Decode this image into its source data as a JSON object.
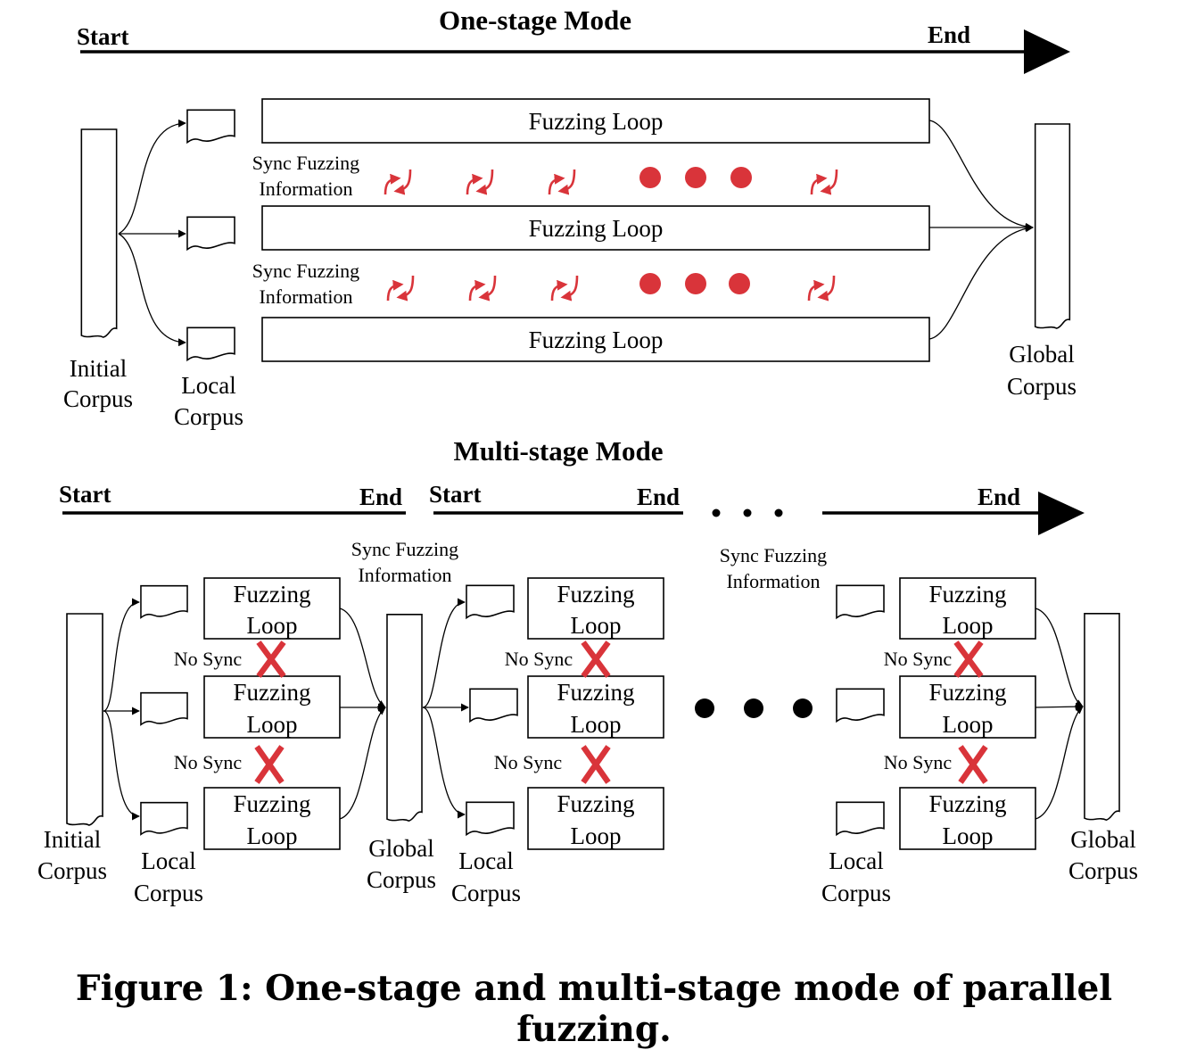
{
  "caption": "Figure 1: One-stage and multi-stage mode of parallel fuzzing.",
  "one_stage": {
    "title": "One-stage Mode",
    "start": "Start",
    "end": "End",
    "loop": "Fuzzing Loop",
    "sync_line1": "Sync Fuzzing",
    "sync_line2": "Information",
    "initial_1": "Initial",
    "initial_2": "Corpus",
    "local_1": "Local",
    "local_2": "Corpus",
    "global_1": "Global",
    "global_2": "Corpus"
  },
  "multi_stage": {
    "title": "Multi-stage Mode",
    "start": "Start",
    "end": "End",
    "loop_1": "Fuzzing",
    "loop_2": "Loop",
    "no_sync": "No Sync",
    "sync_line1": "Sync Fuzzing",
    "sync_line2": "Information",
    "initial_1": "Initial",
    "initial_2": "Corpus",
    "local_1": "Local",
    "local_2": "Corpus",
    "global_1": "Global",
    "global_2": "Corpus"
  },
  "colors": {
    "sync_arrow": "#d9343a",
    "no_sync_mark": "#d9343a",
    "line": "#000000"
  }
}
